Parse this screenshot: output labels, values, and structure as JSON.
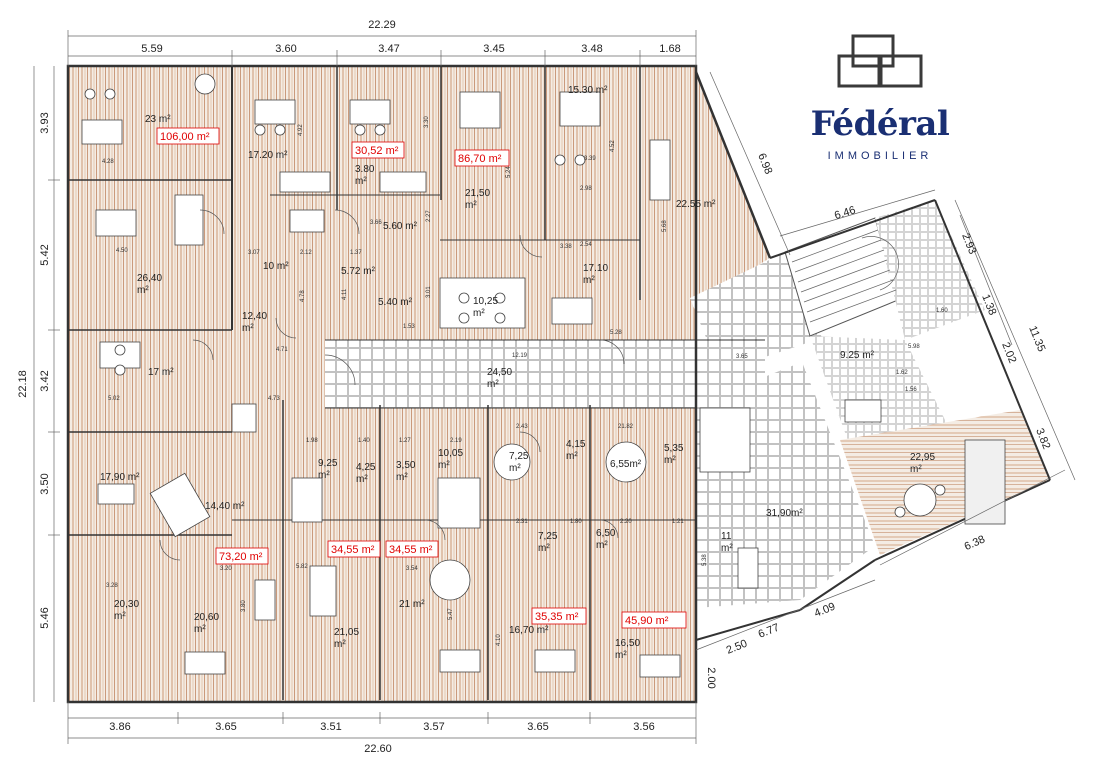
{
  "brand": {
    "name": "Fédéral",
    "subtitle": "IMMOBILIER"
  },
  "top_dims": {
    "total": "22.29",
    "segments": [
      "5.59",
      "3.60",
      "3.47",
      "3.45",
      "3.48",
      "1.68"
    ]
  },
  "bottom_dims": {
    "total": "22.60",
    "segments": [
      "3.86",
      "3.65",
      "3.51",
      "3.57",
      "3.65",
      "3.56"
    ]
  },
  "left_dims": {
    "total": "22.18",
    "segments": [
      "3.93",
      "5.42",
      "3.42",
      "3.50",
      "5.46"
    ]
  },
  "right_dims": {
    "d698": "6.98",
    "d646": "6.46",
    "d293": "2.93",
    "d138": "1.38",
    "d202": "2.02",
    "d1135": "11.35",
    "d382": "3.82",
    "d638": "6.38",
    "d409": "4.09",
    "d677": "6.77",
    "d250": "2.50",
    "d200": "2.00"
  },
  "rooms": {
    "r23": "23 m²",
    "r1720": "17.20 m²",
    "r1530": "15.30 m²",
    "r2255": "22.55 m²",
    "r380": "3.80",
    "r560": "5.60 m²",
    "r2150": "21,50",
    "r2640": "26,40",
    "r10": "10 m²",
    "r572": "5.72 m²",
    "r540": "5.40 m²",
    "r1025": "10,25",
    "r1710": "17.10",
    "r1240": "12,40",
    "r2450": "24,50",
    "r925a": "9.25 m²",
    "r17": "17 m²",
    "r1790": "17,90 m²",
    "r1440": "14,40 m²",
    "r925b": "9,25",
    "r425": "4,25",
    "r350": "3,50",
    "r1005": "10,05",
    "r725a": "7,25",
    "r415": "4,15",
    "r655": "6,55m²",
    "r535": "5,35",
    "r2295": "22,95",
    "r2030": "20,30",
    "r2060": "20,60",
    "r2105": "21,05",
    "r21": "21 m²",
    "r725b": "7,25",
    "r1670": "16,70 m²",
    "r650": "6,50",
    "r11": "11",
    "r1650": "16,50",
    "r3190": "31,90m²",
    "m2": "m²"
  },
  "highlighted_areas": {
    "a106": "106,00 m²",
    "a3052": "30,52 m²",
    "a8670": "86,70 m²",
    "a7320": "73,20 m²",
    "a3455a": "34,55 m²",
    "a3455b": "34,55 m²",
    "a3535": "35,35 m²",
    "a4590": "45,90 m²"
  },
  "small_labels": {
    "s428": "4.28",
    "s450": "4.50",
    "s492": "4.92",
    "s330": "3.30",
    "s524": "5.24",
    "s452": "4.52",
    "s366": "3.66",
    "s568": "5.68",
    "s307": "3.07",
    "s212": "2.12",
    "s137": "1.37",
    "s227": "2.27",
    "s478": "4.78",
    "s411": "4.11",
    "s301": "3.01",
    "s354": "3.54",
    "s153": "1.53",
    "s528": "5.28",
    "s1219": "12.19",
    "s471": "4.71",
    "s502": "5.02",
    "s473": "4.73",
    "s198": "1.98",
    "s140": "1.40",
    "s127": "1.27",
    "s219": "2.19",
    "s243": "2.43",
    "s1182": "21.82",
    "s320": "3.20",
    "s328": "3.28",
    "s582": "5.82",
    "s380b": "3.80",
    "s547": "5.47",
    "s410": "4.10",
    "s231": "2.31",
    "s538": "5.38",
    "s220": "2.20",
    "s180": "1.80",
    "s121": "1.21",
    "s365": "3.65",
    "s598": "5.98",
    "s162": "1.62",
    "s156": "1.56",
    "s160": "1.60",
    "s339": "3.39",
    "s338": "3.38",
    "s254": "2.54",
    "s298": "2.98"
  }
}
